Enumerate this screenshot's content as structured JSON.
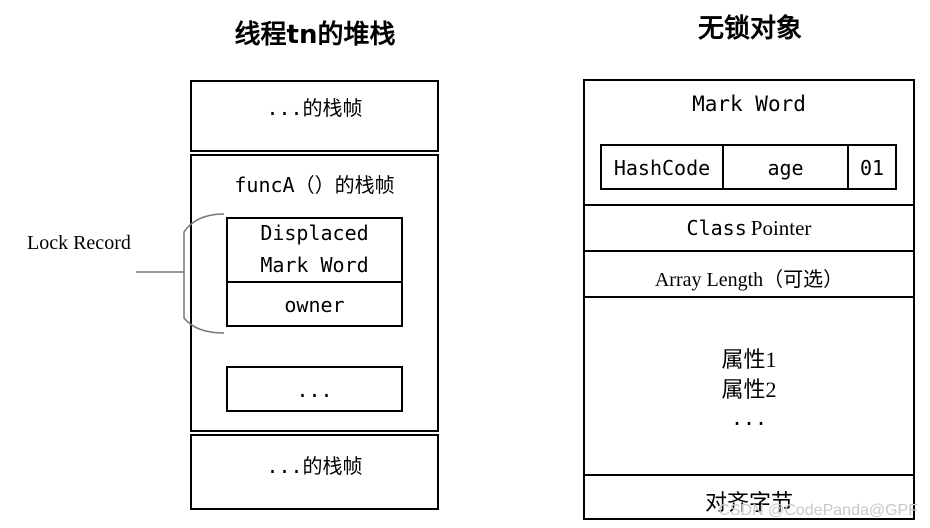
{
  "left_title": "线程tn的堆栈",
  "right_title": "无锁对象",
  "stack": {
    "top_frame": "...的栈帧",
    "funcA_frame": "funcA（）的栈帧",
    "displaced_line1": "Displaced",
    "displaced_line2": "Mark Word",
    "owner": "owner",
    "ellipsis": "...",
    "bottom_frame": "...的栈帧"
  },
  "lock_record_label": "Lock Record",
  "object": {
    "mark_word": "Mark Word",
    "hashcode": "HashCode",
    "age": "age",
    "lock_bits": "01",
    "class_pointer_part1": "Class",
    "class_pointer_part2": "Pointer",
    "array_length": "Array Length（可选）",
    "field1": "属性1",
    "field2": "属性2",
    "fields_ellipsis": "...",
    "padding": "对齐字节"
  },
  "watermark": "CSDN @CodePanda@GPF"
}
